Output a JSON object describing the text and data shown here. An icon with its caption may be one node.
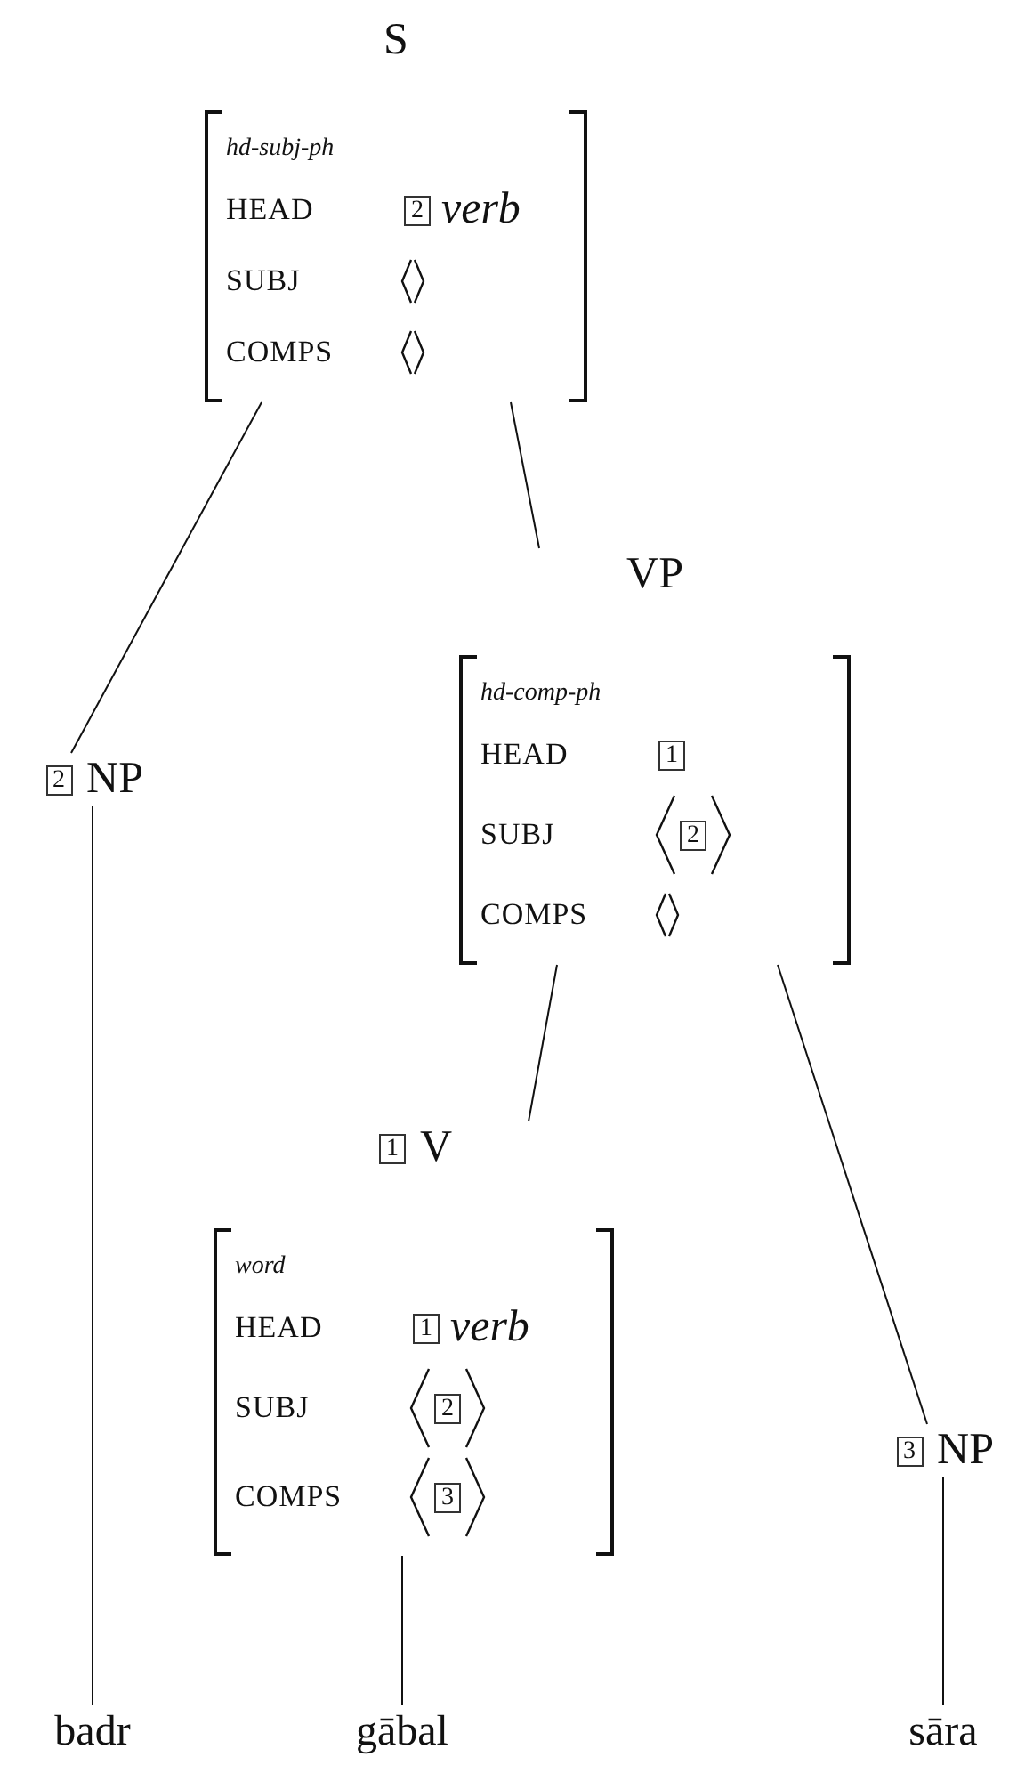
{
  "diagram": {
    "nodes": [
      {
        "text": [
          "S",
          "hd-subj-ph",
          "HEAD",
          "2",
          "verb",
          "SUBJ",
          "COMPS"
        ]
      },
      {
        "text": [
          "2",
          "NP"
        ]
      },
      {
        "text": [
          "VP",
          "hd-comp-ph",
          "HEAD",
          "1",
          "SUBJ",
          "2",
          "COMPS"
        ]
      },
      {
        "text": [
          "1",
          "V",
          "word",
          "HEAD",
          "1",
          "verb",
          "SUBJ",
          "2",
          "COMPS",
          "3"
        ]
      },
      {
        "text": [
          "3",
          "NP"
        ]
      },
      {
        "text": [
          "badr"
        ]
      },
      {
        "text": [
          "gābal"
        ]
      },
      {
        "text": [
          "sāra"
        ]
      }
    ],
    "edges": [
      {
        "from": 0,
        "to": 1,
        "arrow": "none"
      },
      {
        "from": 0,
        "to": 2,
        "arrow": "none"
      },
      {
        "from": 2,
        "to": 3,
        "arrow": "none"
      },
      {
        "from": 2,
        "to": 4,
        "arrow": "none"
      },
      {
        "from": 1,
        "to": 5,
        "arrow": "none"
      },
      {
        "from": 3,
        "to": 6,
        "arrow": "none"
      },
      {
        "from": 4,
        "to": 7,
        "arrow": "none"
      }
    ]
  }
}
